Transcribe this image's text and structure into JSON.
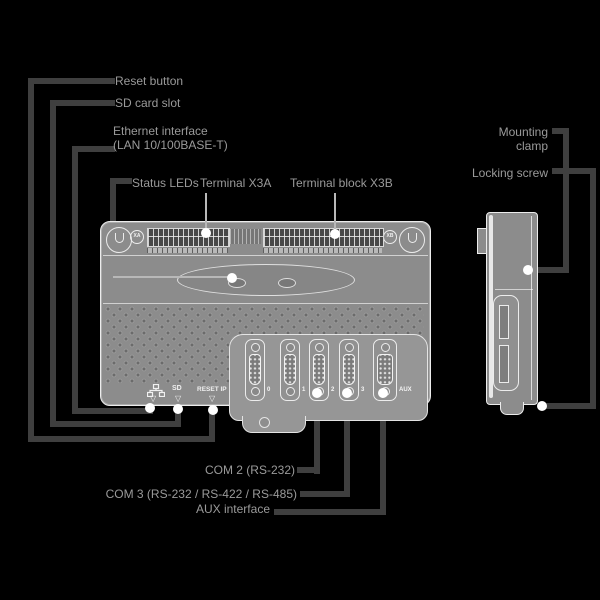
{
  "colors": {
    "background": "#000000",
    "bracket_line": "#3f3f3f",
    "leader_line": "#b8b8b8",
    "label_text": "#9a9a9a",
    "device_body": "#8c8c8c",
    "device_outline": "#ececec",
    "callout_dot": "#ffffff"
  },
  "callouts": {
    "left": [
      {
        "label": "Reset button"
      },
      {
        "label": "SD card slot"
      },
      {
        "label": "Ethernet interface",
        "label2": "(LAN 10/100BASE-T)"
      },
      {
        "label": "Status LEDs"
      }
    ],
    "top": {
      "left_terminal": "Terminal X3A",
      "right_terminal": "Terminal block X3B"
    },
    "bottom": [
      {
        "label": "COM 2 (RS-232)"
      },
      {
        "label": "COM 3 (RS-232 / RS-422 / RS-485)"
      },
      {
        "label": "AUX interface"
      }
    ],
    "right": [
      {
        "label": "Mounting",
        "label2": "clamp"
      },
      {
        "label": "Locking screw"
      }
    ]
  },
  "device": {
    "markings": {
      "terminal_left_id": "XA",
      "terminal_right_id": "XB",
      "sd_label": "SD",
      "reset_label": "RESET IP",
      "triangle_mark": "▽",
      "lan_icon": "ethernet-network-icon"
    },
    "connectors": [
      {
        "label": "0",
        "type": "DB9",
        "pins": 9
      },
      {
        "label": "1",
        "type": "DB9",
        "pins": 9
      },
      {
        "label": "2",
        "type": "DB9",
        "pins": 9
      },
      {
        "label": "3",
        "type": "DB9",
        "pins": 9
      },
      {
        "label": "AUX",
        "type": "DB15",
        "pins": 15
      }
    ]
  }
}
